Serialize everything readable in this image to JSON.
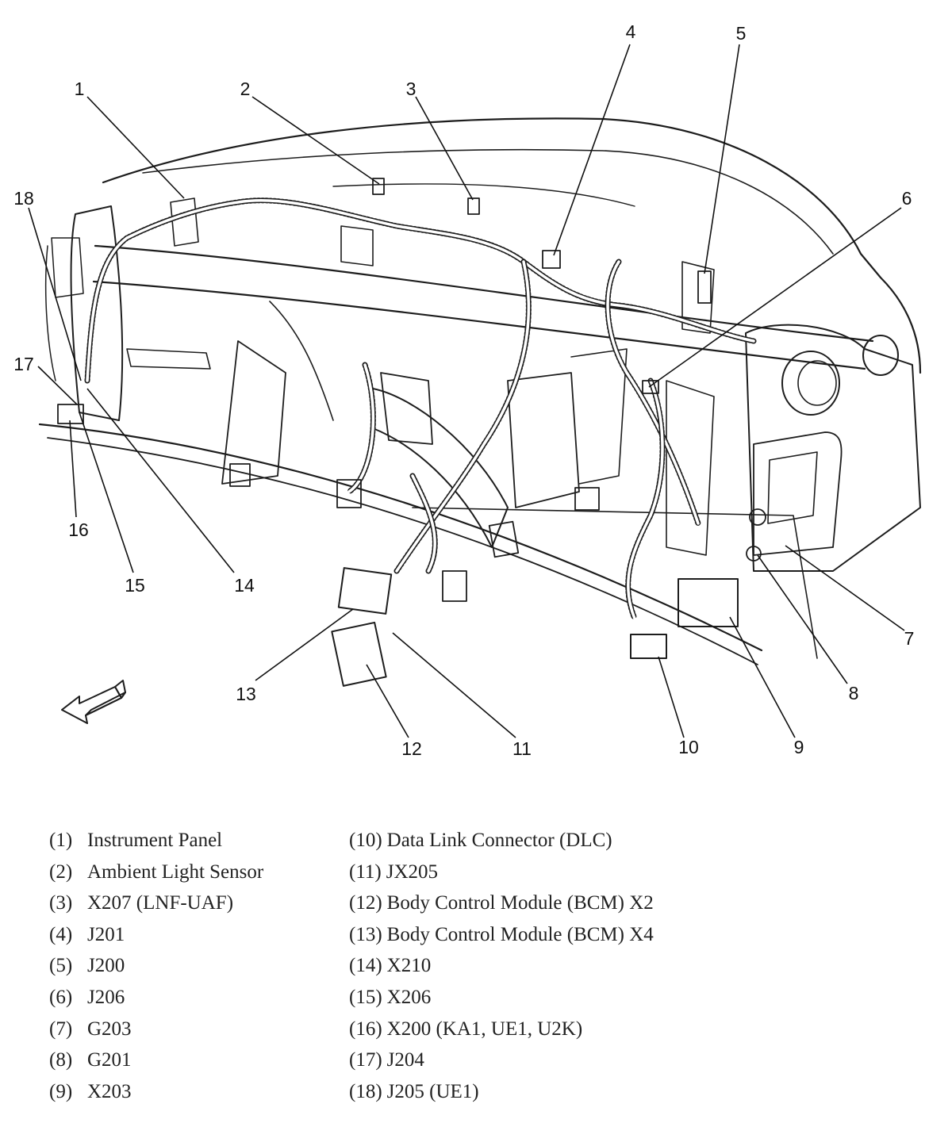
{
  "callouts": [
    {
      "n": "1"
    },
    {
      "n": "2"
    },
    {
      "n": "3"
    },
    {
      "n": "4"
    },
    {
      "n": "5"
    },
    {
      "n": "6"
    },
    {
      "n": "7"
    },
    {
      "n": "8"
    },
    {
      "n": "9"
    },
    {
      "n": "10"
    },
    {
      "n": "11"
    },
    {
      "n": "12"
    },
    {
      "n": "13"
    },
    {
      "n": "14"
    },
    {
      "n": "15"
    },
    {
      "n": "16"
    },
    {
      "n": "17"
    },
    {
      "n": "18"
    }
  ],
  "legend": {
    "left": [
      {
        "num": "(1)",
        "label": "Instrument Panel"
      },
      {
        "num": "(2)",
        "label": "Ambient Light Sensor"
      },
      {
        "num": "(3)",
        "label": "X207 (LNF-UAF)"
      },
      {
        "num": "(4)",
        "label": "J201"
      },
      {
        "num": "(5)",
        "label": "J200"
      },
      {
        "num": "(6)",
        "label": "J206"
      },
      {
        "num": "(7)",
        "label": "G203"
      },
      {
        "num": "(8)",
        "label": "G201"
      },
      {
        "num": "(9)",
        "label": "X203"
      }
    ],
    "right": [
      {
        "num": "(10)",
        "label": "Data Link Connector (DLC)"
      },
      {
        "num": "(11)",
        "label": "JX205"
      },
      {
        "num": "(12)",
        "label": "Body Control Module (BCM) X2"
      },
      {
        "num": "(13)",
        "label": "Body Control Module (BCM) X4"
      },
      {
        "num": "(14)",
        "label": "X210"
      },
      {
        "num": "(15)",
        "label": "X206"
      },
      {
        "num": "(16)",
        "label": "X200 (KA1, UE1, U2K)"
      },
      {
        "num": "(17)",
        "label": "J204"
      },
      {
        "num": "(18)",
        "label": "J205 (UE1)"
      }
    ]
  }
}
